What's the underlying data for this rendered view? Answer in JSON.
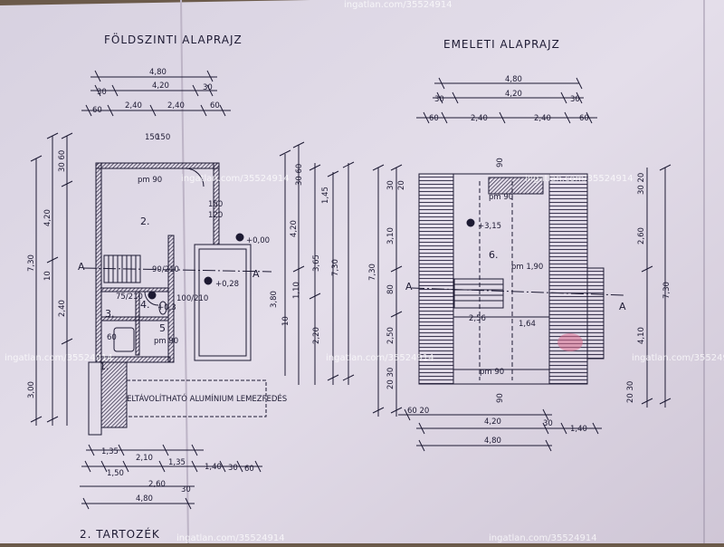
{
  "titles": {
    "ground": "FÖLDSZINTI ALAPRAJZ",
    "upper": "EMELETI ALAPRAJZ"
  },
  "ground_plan": {
    "top_dims": {
      "overall": "4,80",
      "inner": "4,20",
      "left_wall": "30",
      "right_wall": "30",
      "seg_left": "60",
      "seg_a": "2,40",
      "seg_b": "2,40",
      "seg_right": "60"
    },
    "rooms": {
      "room2": "2.",
      "room3": "3.",
      "room4": "4.",
      "room5": "5",
      "room1": "1."
    },
    "level_a": "+0,28",
    "level_b": "+0,3",
    "level_entry": "+0,00",
    "openings": {
      "pm90": "pm 90",
      "pm90b": "pm 90",
      "dim_150a": "150",
      "dim_150b": "150",
      "dim_150c": "150",
      "dim_120": "120",
      "o_90_210": "90/210",
      "o_75_210": "75/210",
      "o_100_210": "100/210",
      "o_60": "60"
    },
    "section_mark": "A",
    "left_dims": {
      "total": "7,30",
      "d1": "4,20",
      "d2": "30 60",
      "d3": "2,40",
      "d4": "3,00",
      "d5": "10"
    },
    "right_dims": {
      "total": "7,30",
      "d1": "3,80",
      "d2": "4,20",
      "d3": "3,65",
      "d4": "1,45",
      "d5": "30 60",
      "d6": "2,20",
      "d7": "1,10",
      "d8": "10"
    },
    "note": "ELTÁVOLÍTHATÓ ALUMÍNIUM LEMEZFEDÉS",
    "bottom_dims": {
      "a": "1,35",
      "b": "2,10",
      "c": "1,35",
      "d": "1,40",
      "e": "30",
      "f": "60",
      "g": "1,50",
      "h": "2,60",
      "i": "30",
      "total": "4,80"
    },
    "footer": "2. TARTOZÉK"
  },
  "upper_plan": {
    "top_dims": {
      "overall": "4,80",
      "inner": "4,20",
      "left_wall": "30",
      "right_wall": "30",
      "seg_left": "60",
      "seg_a": "2,40",
      "seg_b": "2,40",
      "seg_right": "60"
    },
    "room6": "6.",
    "level": "+3,15",
    "openings": {
      "pm90_top": "pm 90",
      "pm90_bottom": "pm 90",
      "bm190": "bm 1,90",
      "dim_90a": "90",
      "dim_90b": "90",
      "d256": "2,56",
      "d164": "1,64"
    },
    "section_mark": "A",
    "left_dims": {
      "total": "7,30",
      "d1": "3,10",
      "d2": "2,50",
      "d3": "30",
      "d4": "20",
      "d5": "80",
      "d6": "20 30"
    },
    "right_dims": {
      "total": "7,30",
      "d1": "2,60",
      "d2": "4,10",
      "d3": "30 20",
      "d4": "20 30"
    },
    "bottom_dims": {
      "inner": "4,20",
      "total": "4,80",
      "seg_a": "60 20",
      "seg_b": "30",
      "seg_c": "1,40"
    }
  },
  "watermarks": [
    "ingatlan.com/35524914",
    "ingatlan.com/35524914",
    "ingatlan.com/35524914",
    "ingatlan.com/35524914",
    "ingatlan.com/35524914",
    "ingatlan.com/35524914",
    "ingatlan.com/35524914",
    "ingatlan.com/35524914"
  ]
}
